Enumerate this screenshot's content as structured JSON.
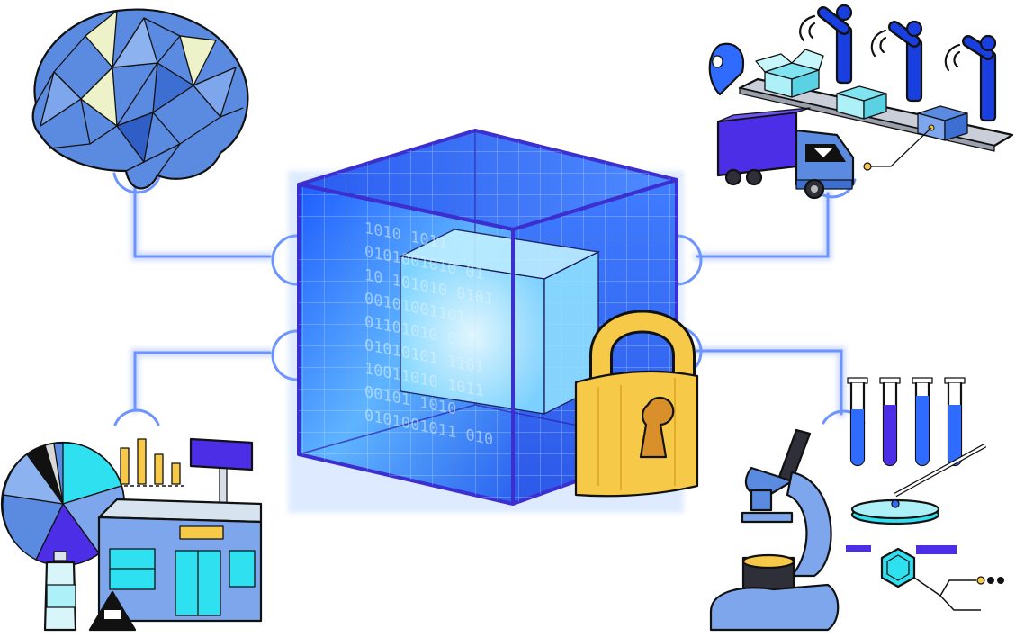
{
  "scene": {
    "binary_rows": [
      "1010  1011",
      "0101001010 01",
      "10 101010 0101",
      "00101001101",
      "01101010 0110",
      "01010101 1101",
      "10011010 1011",
      "00101 1010",
      "0101001011 010"
    ],
    "colors": {
      "cube_blue": "#2f6bff",
      "cube_edge": "#3b2fd0",
      "connector_glow": "#5b86ff",
      "lock_gold": "#f7c948",
      "accent_purple": "#4b2ee6",
      "accent_cyan": "#2ee0f0",
      "brain_blue": "#5b8be0"
    }
  }
}
